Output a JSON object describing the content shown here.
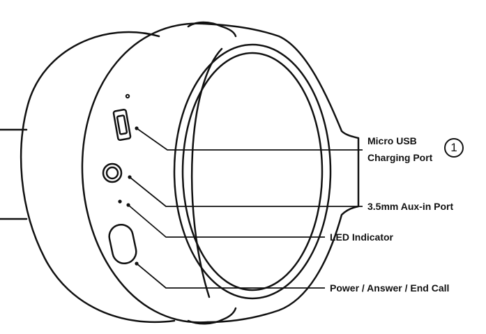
{
  "callouts": {
    "micro_usb_line1": "Micro USB",
    "micro_usb_line2": "Charging Port",
    "micro_usb_number": "1",
    "aux_in": "3.5mm Aux-in Port",
    "led": "LED Indicator",
    "power": "Power / Answer / End Call"
  },
  "colors": {
    "stroke": "#111111",
    "background": "#ffffff"
  }
}
